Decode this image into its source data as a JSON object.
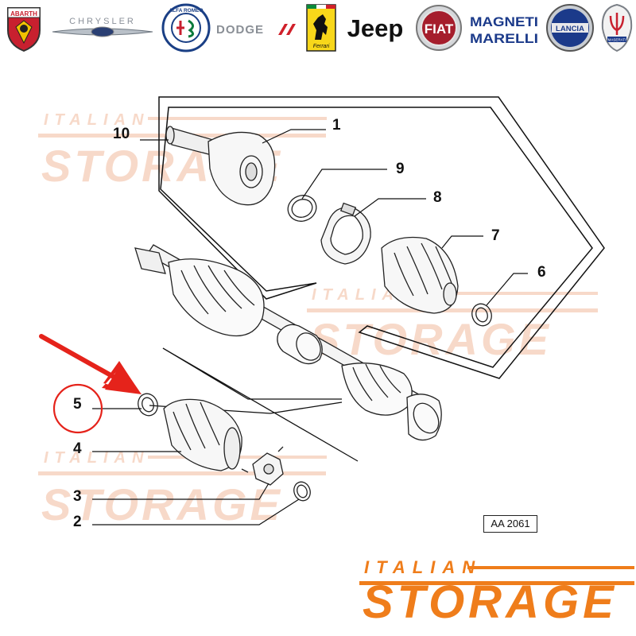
{
  "brands": [
    {
      "name": "ABARTH",
      "icon": "abarth-logo-icon"
    },
    {
      "name": "CHRYSLER",
      "icon": "chrysler-logo-icon"
    },
    {
      "name": "ALFA ROMEO",
      "icon": "alfa-romeo-logo-icon"
    },
    {
      "name": "DODGE",
      "icon": "dodge-logo-icon"
    },
    {
      "name": "Ferrari",
      "icon": "ferrari-logo-icon"
    },
    {
      "name": "Jeep",
      "icon": "jeep-logo-icon"
    },
    {
      "name": "FIAT",
      "icon": "fiat-logo-icon"
    },
    {
      "name": "MAGNETI MARELLI",
      "icon": "magneti-marelli-logo-icon"
    },
    {
      "name": "LANCIA",
      "icon": "lancia-logo-icon"
    },
    {
      "name": "MASERATI",
      "icon": "maserati-logo-icon"
    }
  ],
  "diagram": {
    "callouts": [
      "1",
      "2",
      "3",
      "4",
      "5",
      "6",
      "7",
      "8",
      "9",
      "10"
    ],
    "highlighted_part": "5",
    "reference_code": "AA 2061",
    "watermark_line1": "ITALIAN",
    "watermark_line2": "STORAGE"
  },
  "footer_logo": {
    "line1": "ITALIAN",
    "line2": "STORAGE",
    "color": "#ef7d1b"
  },
  "colors": {
    "arrow": "#e5231b",
    "highlight_circle": "#e5231b",
    "watermark": "#f7d9c9",
    "line": "#111111"
  }
}
